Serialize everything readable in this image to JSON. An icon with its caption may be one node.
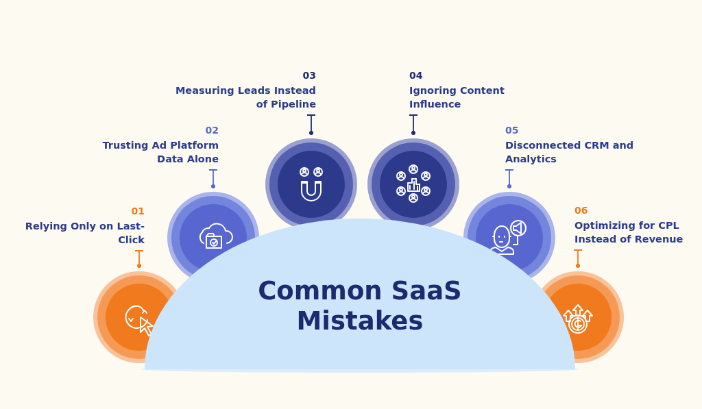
{
  "diagram": {
    "nodes": [
      {
        "text": [
          "Common SaaS Mistakes"
        ]
      },
      {
        "text": [
          "01",
          "Relying Only on Last-Click"
        ]
      },
      {
        "text": [],
        "shape": "circle"
      },
      {
        "text": [
          "02",
          "Trusting Ad Platform Data Alone"
        ]
      },
      {
        "text": [],
        "shape": "circle"
      },
      {
        "text": [
          "03",
          "Measuring Leads Instead of Pipeline"
        ]
      },
      {
        "text": [],
        "shape": "circle"
      },
      {
        "text": [
          "04",
          "Ignoring Content Influence"
        ]
      },
      {
        "text": [],
        "shape": "circle"
      },
      {
        "text": [
          "05",
          "Disconnected CRM and Analytics"
        ]
      },
      {
        "text": [],
        "shape": "circle"
      },
      {
        "text": [
          "06",
          "Optimizing for CPL Instead of Revenue"
        ]
      },
      {
        "text": [],
        "shape": "circle"
      }
    ],
    "edges": [
      {
        "from": 1,
        "to": 2,
        "arrow": "other",
        "color": "#ef7a1d"
      },
      {
        "from": 3,
        "to": 4,
        "arrow": "other",
        "color": "#5767cf"
      },
      {
        "from": 5,
        "to": 6,
        "arrow": "other",
        "color": "#1e2a6e"
      },
      {
        "from": 7,
        "to": 8,
        "arrow": "other",
        "color": "#1e2a6e"
      },
      {
        "from": 9,
        "to": 10,
        "arrow": "other",
        "color": "#5767cf"
      },
      {
        "from": 11,
        "to": 12,
        "arrow": "other",
        "color": "#ef7a1d"
      }
    ]
  }
}
